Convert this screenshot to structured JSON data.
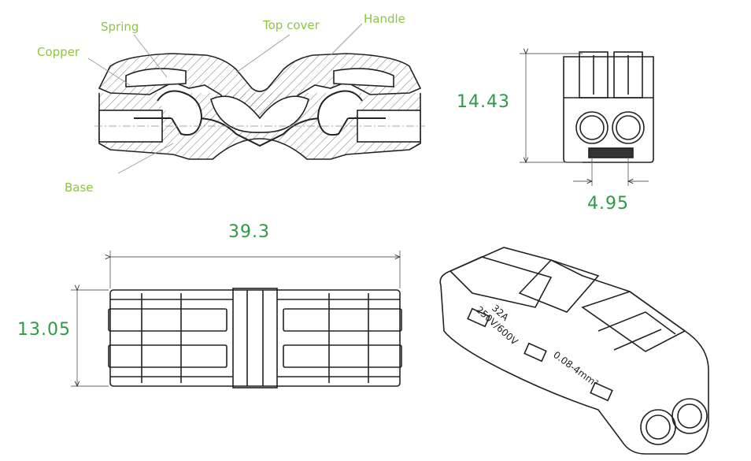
{
  "labels": {
    "copper": "Copper",
    "spring": "Spring",
    "top_cover": "Top cover",
    "handle": "Handle",
    "base": "Base"
  },
  "dimensions": {
    "height_end": "14.43",
    "pitch": "4.95",
    "length": "39.3",
    "width_top": "13.05"
  },
  "embossed": {
    "current": "32A",
    "voltage": "250V/600V",
    "wire_range": "0.08-4mm²"
  },
  "colors": {
    "label": "#8cc63f",
    "dimension": "#2e9a45",
    "line": "#222222"
  }
}
